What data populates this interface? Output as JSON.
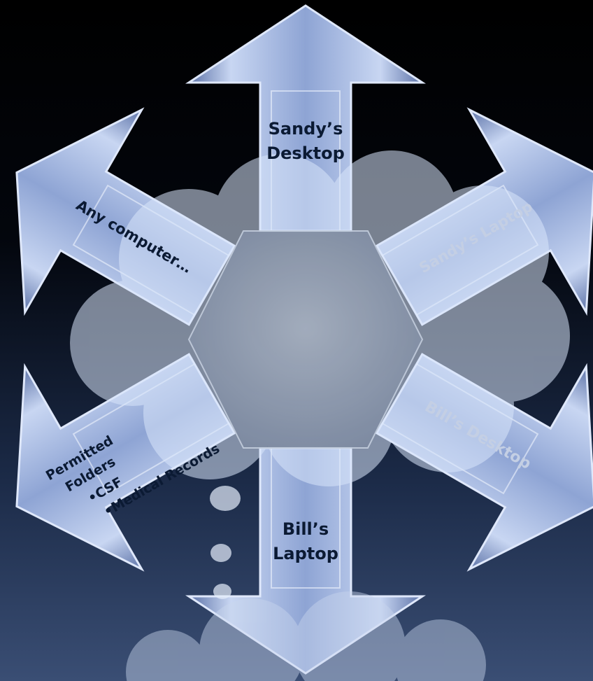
{
  "colors": {
    "background_top": "#000000",
    "background_bottom": "#3a4e74",
    "arrow_fill": "#8ea4d4",
    "arrow_edge": "#c8d6f2",
    "hexagon": "#8c98ad",
    "cloud": "#d9e6fb",
    "label_dark": "#0b1a33",
    "label_faint": "#c4cfe4"
  },
  "diagram": {
    "center_shape": "hexagon",
    "overlay": "thought-cloud",
    "arrows": [
      {
        "id": "top",
        "lines": [
          "Sandy’s",
          "Desktop"
        ]
      },
      {
        "id": "upper-right",
        "lines": [
          "Sandy’s Laptop"
        ]
      },
      {
        "id": "lower-right",
        "lines": [
          "Bill’s Desktop"
        ]
      },
      {
        "id": "bottom",
        "lines": [
          "Bill’s",
          "Laptop"
        ]
      },
      {
        "id": "lower-left",
        "lines": [
          "Permitted",
          "Folders",
          "•CSF",
          "•Medical Records"
        ]
      },
      {
        "id": "upper-left",
        "lines": [
          "Any computer…"
        ]
      }
    ]
  }
}
